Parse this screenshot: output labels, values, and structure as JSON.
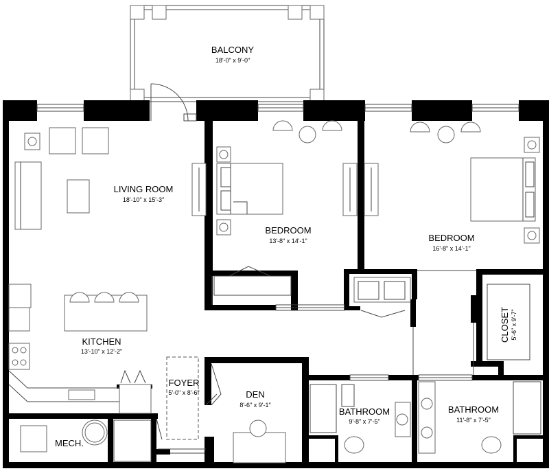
{
  "rooms": {
    "balcony": {
      "name": "BALCONY",
      "size": "18'-0\" x 9'-0\""
    },
    "living": {
      "name": "LIVING ROOM",
      "size": "18'-10\" x 15'-3\""
    },
    "bedroom1": {
      "name": "BEDROOM",
      "size": "13'-8\" x 14'-1\""
    },
    "bedroom2": {
      "name": "BEDROOM",
      "size": "16'-8\" x 14'-1\""
    },
    "kitchen": {
      "name": "KITCHEN",
      "size": "13'-10\" x 12'-2\""
    },
    "closet": {
      "name": "CLOSET",
      "size": "5'-6\" x 9'-7\""
    },
    "foyer": {
      "name": "FOYER",
      "size": "5'-0\" x 8'-6\""
    },
    "den": {
      "name": "DEN",
      "size": "8'-6\" x 9'-1\""
    },
    "bathroom1": {
      "name": "BATHROOM",
      "size": "9'-8\" x 7'-5\""
    },
    "bathroom2": {
      "name": "BATHROOM",
      "size": "11'-8\" x 7'-5\""
    },
    "mech": {
      "name": "MECH."
    }
  }
}
